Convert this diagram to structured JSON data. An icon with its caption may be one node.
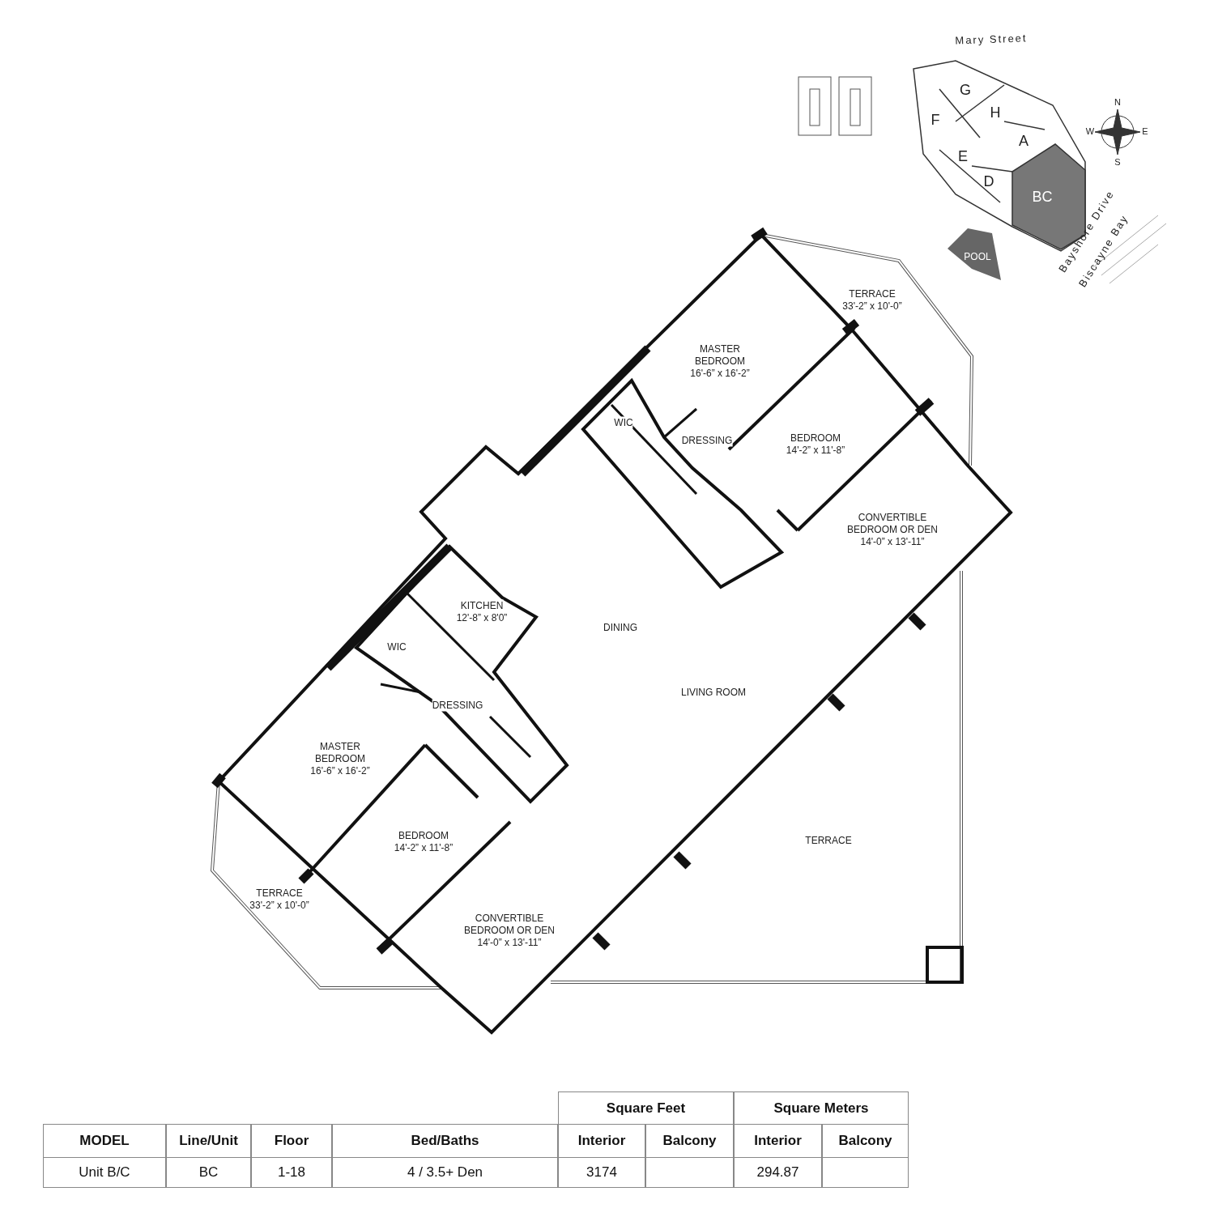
{
  "diagram": {
    "labels": [
      "Mary Street",
      "G",
      "H",
      "F",
      "A",
      "E",
      "D",
      "BC",
      "N",
      "W",
      "E",
      "S",
      "POOL",
      "Bayshore Drive",
      "Biscayne Bay",
      "TERRACE",
      "33'-2” x 10'-0”",
      "MASTER BEDROOM",
      "16'-6” x 16'-2”",
      "WIC",
      "DRESSING",
      "BEDROOM",
      "14'-2” x 11'-8”",
      "CONVERTIBLE BEDROOM OR DEN",
      "14'-0” x 13'-11”",
      "KITCHEN",
      "12'-8” x 8'0”",
      "DINING",
      "WIC",
      "LIVING ROOM",
      "DRESSING",
      "MASTER BEDROOM",
      "16'-6” x 16'-2”",
      "BEDROOM",
      "14'-2” x 11'-8”",
      "TERRACE",
      "33'-2” x 10'-0”",
      "CONVERTIBLE BEDROOM OR DEN",
      "14'-0” x 13'-11”",
      "TERRACE",
      "Square Feet",
      "Square Meters",
      "MODEL",
      "Line/Unit",
      "Floor",
      "Bed/Baths",
      "Interior",
      "Balcony",
      "Interior",
      "Balcony",
      "Unit B/C",
      "BC",
      "1-18",
      "4 / 3.5+ Den",
      "3174",
      "294.87"
    ]
  }
}
